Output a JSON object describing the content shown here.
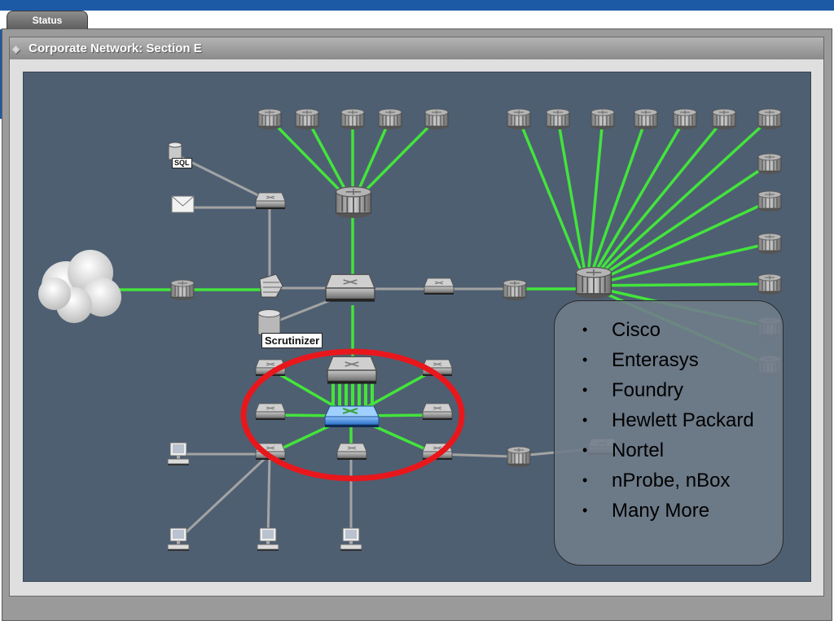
{
  "tab": {
    "label": "Status"
  },
  "panel": {
    "title": "Corporate Network: Section E"
  },
  "nodes": {
    "sql_label": "SQL",
    "scrutinizer_label": "Scrutinizer"
  },
  "vendors": {
    "items": [
      "Cisco",
      "Enterasys",
      "Foundry",
      "Hewlett Packard",
      "Nortel",
      "nProbe, nBox",
      "Many More"
    ]
  },
  "colors": {
    "link_active": "#43e43b",
    "link_idle": "#a3a3a3",
    "canvas_bg": "#4e5f72",
    "highlight_ring": "#e8171c",
    "core_switch": "#3f8de0"
  }
}
